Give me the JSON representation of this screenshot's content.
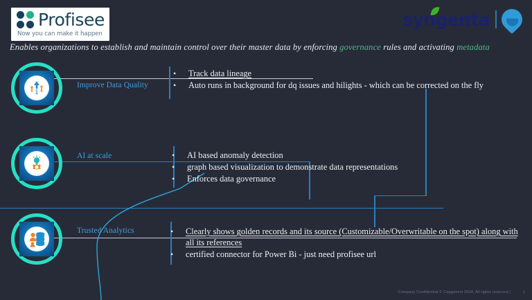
{
  "brand": {
    "profisee": {
      "name": "Profisee",
      "tagline": "Now you can make it happen",
      "dot_colors": [
        "#17405c",
        "#23b08b",
        "#17405c",
        "#17405c"
      ]
    },
    "syngenta": {
      "name": "syngenta",
      "text_color": "#19216b",
      "leaf_color": "#3cb22b",
      "mark_color": "#2f9bd8"
    }
  },
  "subtitle": {
    "part1": "Enables organizations to establish and maintain control over their master data  by enforcing ",
    "highlight1": "governance",
    "part2": " rules and activating ",
    "highlight2": "metadata",
    "highlight_color": "#4fb884"
  },
  "colors": {
    "background": "#272b38",
    "ring": "#27e0c4",
    "label": "#3f9fe0",
    "connector_blue": "#2b7fc0",
    "connector_cyan": "#2aa6d8",
    "connector_white": "#c9ccd6",
    "body_text": "#f0f1f4"
  },
  "rows": [
    {
      "label": "Improve Data Quality",
      "icon": "growth-arrows-icon",
      "bullets": [
        {
          "text": "Track data lineage",
          "underline": true
        },
        {
          "text": "Auto runs in background for dq issues and hilights - which can be corrected on the fly",
          "underline": false
        }
      ]
    },
    {
      "label": "AI at scale",
      "icon": "lightbulb-gear-icon",
      "bullets": [
        {
          "text": "AI based anomaly detection",
          "underline": false
        },
        {
          "text": "graph based visualization to demonstrate data representations",
          "underline": false
        },
        {
          "text": "Enforces data governance",
          "underline": false
        }
      ]
    },
    {
      "label": "Trusted Analytics",
      "icon": "user-database-icon",
      "bullets": [
        {
          "text": "Clearly shows golden records and its source (Customizable/Overwritable on the spot) along with all its references",
          "underline": true
        },
        {
          "text": "certified connector for Power Bi  - just need profisee url",
          "underline": false
        }
      ]
    }
  ],
  "footer": {
    "text": "Company Confidential © Capgemini 2024. All rights reserved |",
    "page": "1"
  }
}
